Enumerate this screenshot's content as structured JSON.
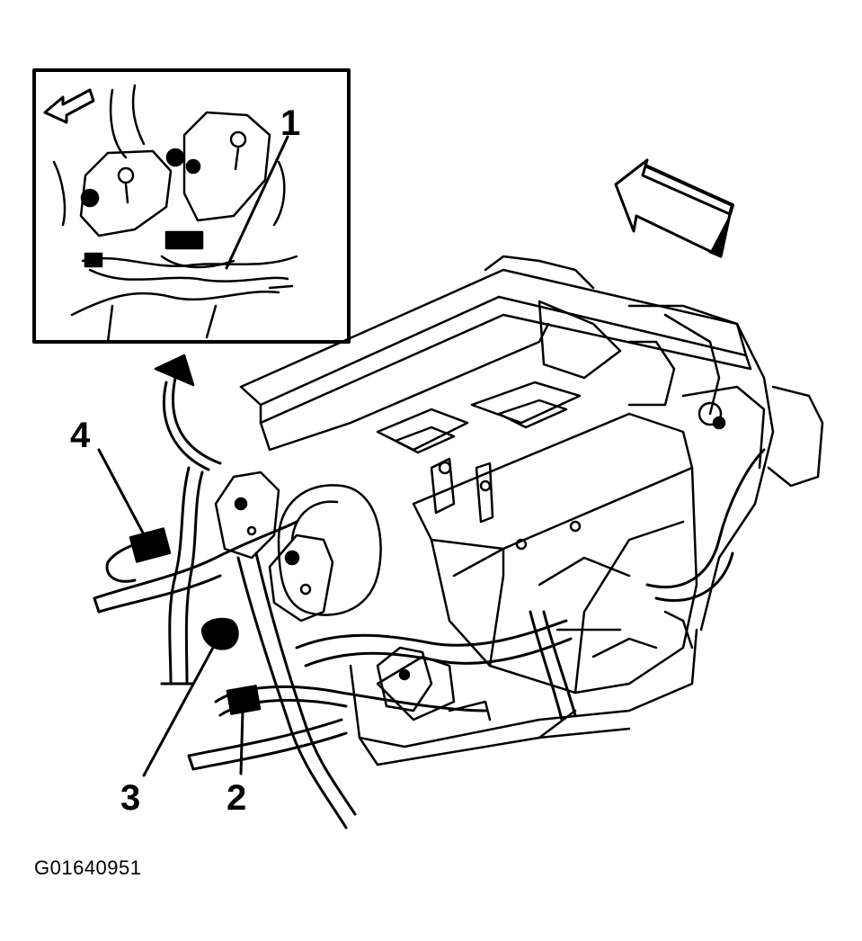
{
  "figure_code": "G01640951",
  "callouts": [
    {
      "id": "1",
      "text": "1"
    },
    {
      "id": "2",
      "text": "2"
    },
    {
      "id": "3",
      "text": "3"
    },
    {
      "id": "4",
      "text": "4"
    }
  ],
  "colors": {
    "ink": "#000000",
    "paper": "#ffffff"
  }
}
